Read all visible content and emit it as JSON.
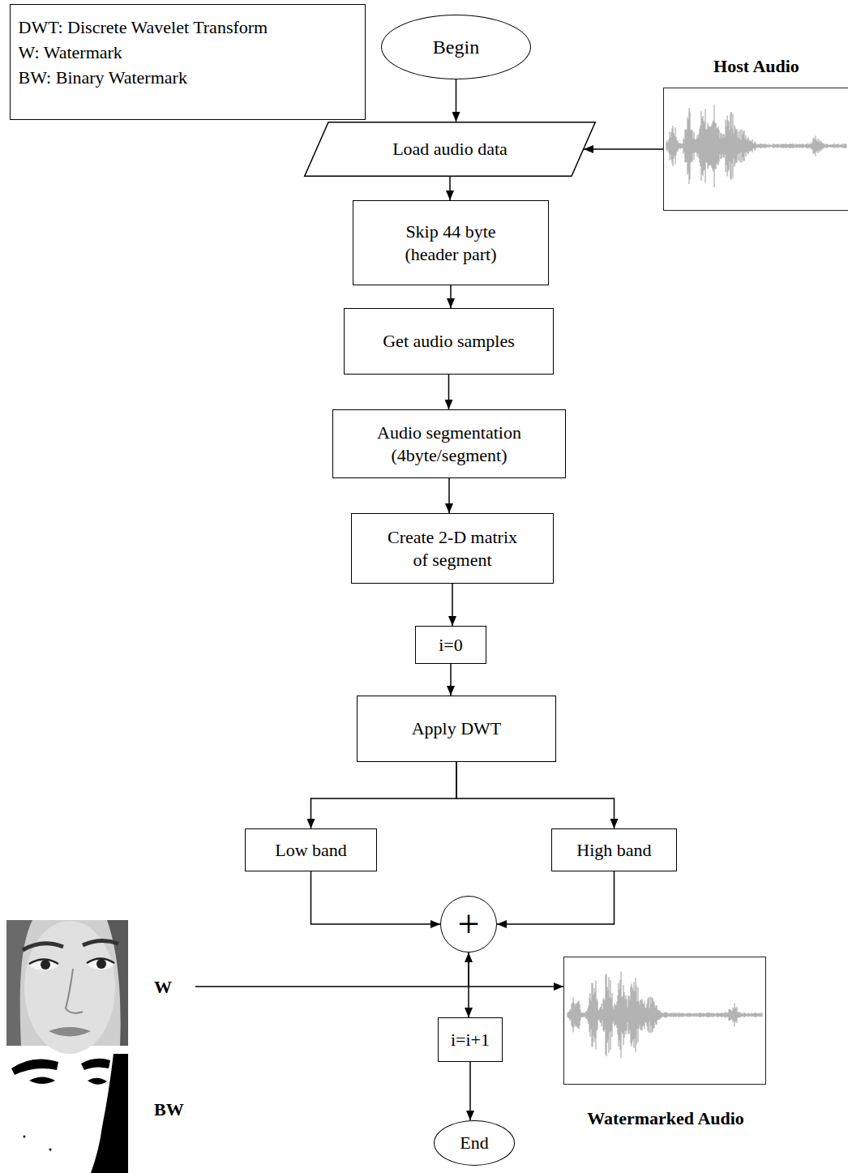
{
  "diagram": {
    "nodes": [
      {
        "text": [
          "DWT: Discrete Wavelet Transform",
          "W: Watermark",
          "BW: Binary Watermark"
        ]
      },
      {
        "text": [
          "Begin"
        ]
      },
      {
        "text": [
          "Host Audio"
        ]
      },
      {
        "text": [
          "Load audio data"
        ]
      },
      {
        "text": [
          "Skip 44 byte (header part)"
        ]
      },
      {
        "text": [
          "Get audio samples"
        ]
      },
      {
        "text": [
          "Audio segmentation (4byte/segment)"
        ]
      },
      {
        "text": [
          "Create 2-D matrix of segment"
        ]
      },
      {
        "text": [
          "i=0"
        ]
      },
      {
        "text": [
          "Apply DWT"
        ]
      },
      {
        "text": [
          "Low band"
        ]
      },
      {
        "text": [
          "High band"
        ]
      },
      {
        "text": [
          "+"
        ]
      },
      {
        "text": [
          "W"
        ]
      },
      {
        "text": [
          "Watermarked Audio"
        ]
      },
      {
        "text": [
          "i=i+1"
        ]
      },
      {
        "text": [
          "BW"
        ]
      },
      {
        "text": [
          "End"
        ]
      }
    ],
    "edges": [
      {
        "from": 1,
        "to": 3,
        "arrow": "to"
      },
      {
        "from": 2,
        "to": 3,
        "arrow": "to"
      },
      {
        "from": 3,
        "to": 4,
        "arrow": "to"
      },
      {
        "from": 4,
        "to": 5,
        "arrow": "to"
      },
      {
        "from": 5,
        "to": 6,
        "arrow": "to"
      },
      {
        "from": 6,
        "to": 7,
        "arrow": "to"
      },
      {
        "from": 7,
        "to": 8,
        "arrow": "to"
      },
      {
        "from": 8,
        "to": 9,
        "arrow": "to"
      },
      {
        "from": 9,
        "to": 10,
        "arrow": "to"
      },
      {
        "from": 9,
        "to": 11,
        "arrow": "to"
      },
      {
        "from": 10,
        "to": 12,
        "arrow": "to"
      },
      {
        "from": 11,
        "to": 12,
        "arrow": "to"
      },
      {
        "from": 13,
        "to": 12,
        "arrow": "to"
      },
      {
        "from": 12,
        "to": 14,
        "arrow": "to"
      },
      {
        "from": 12,
        "to": 15,
        "arrow": "to"
      },
      {
        "from": 15,
        "to": 17,
        "arrow": "to"
      }
    ]
  }
}
